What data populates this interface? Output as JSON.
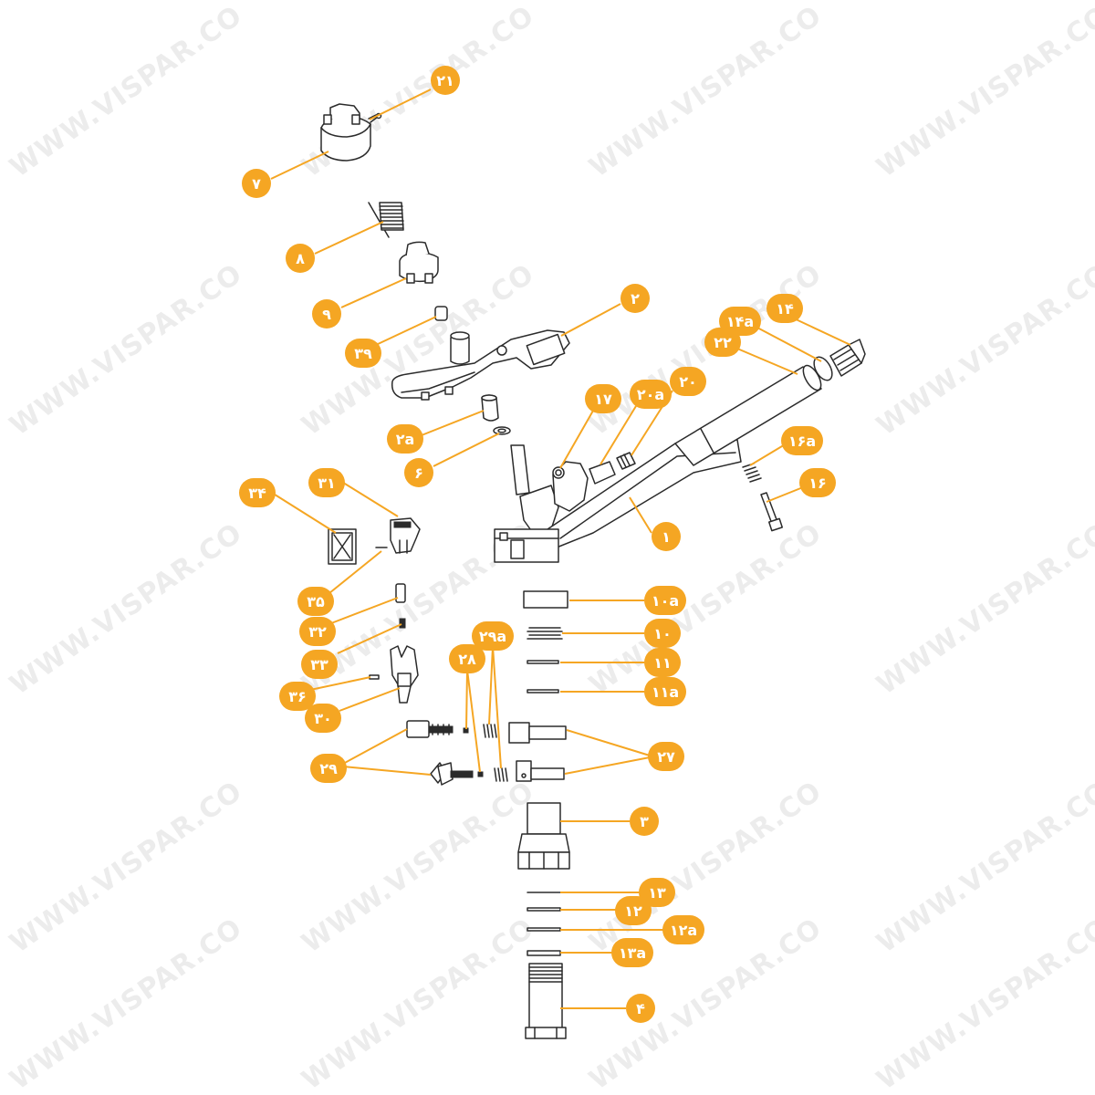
{
  "watermark": {
    "text": "WWW.VISPAR.CO"
  },
  "colors": {
    "callout": "#f5a623",
    "callout_text": "#ffffff",
    "line": "#2b2b2b",
    "background": "#ffffff"
  },
  "callouts": [
    {
      "id": "c21",
      "label": "۲۱"
    },
    {
      "id": "c7",
      "label": "۷"
    },
    {
      "id": "c8",
      "label": "۸"
    },
    {
      "id": "c9",
      "label": "۹"
    },
    {
      "id": "c39",
      "label": "۳۹"
    },
    {
      "id": "c2",
      "label": "۲"
    },
    {
      "id": "c2a",
      "label": "۲a"
    },
    {
      "id": "c6",
      "label": "۶"
    },
    {
      "id": "c17",
      "label": "۱۷"
    },
    {
      "id": "c20a",
      "label": "۲۰a"
    },
    {
      "id": "c20",
      "label": "۲۰"
    },
    {
      "id": "c14",
      "label": "۱۴"
    },
    {
      "id": "c14a",
      "label": "۱۴a"
    },
    {
      "id": "c22",
      "label": "۲۲"
    },
    {
      "id": "c16a",
      "label": "۱۶a"
    },
    {
      "id": "c16",
      "label": "۱۶"
    },
    {
      "id": "c1",
      "label": "۱"
    },
    {
      "id": "c34",
      "label": "۳۴"
    },
    {
      "id": "c31",
      "label": "۳۱"
    },
    {
      "id": "c35",
      "label": "۳۵"
    },
    {
      "id": "c32",
      "label": "۳۲"
    },
    {
      "id": "c33",
      "label": "۳۳"
    },
    {
      "id": "c36",
      "label": "۳۶"
    },
    {
      "id": "c30",
      "label": "۳۰"
    },
    {
      "id": "c28",
      "label": "۲۸"
    },
    {
      "id": "c29a",
      "label": "۲۹a"
    },
    {
      "id": "c29",
      "label": "۲۹"
    },
    {
      "id": "c10a",
      "label": "۱۰a"
    },
    {
      "id": "c10",
      "label": "۱۰"
    },
    {
      "id": "c11",
      "label": "۱۱"
    },
    {
      "id": "c11a",
      "label": "۱۱a"
    },
    {
      "id": "c27",
      "label": "۲۷"
    },
    {
      "id": "c3",
      "label": "۳"
    },
    {
      "id": "c13",
      "label": "۱۳"
    },
    {
      "id": "c12",
      "label": "۱۲"
    },
    {
      "id": "c12a",
      "label": "۱۲a"
    },
    {
      "id": "c13a",
      "label": "۱۳a"
    },
    {
      "id": "c4",
      "label": "۴"
    }
  ]
}
